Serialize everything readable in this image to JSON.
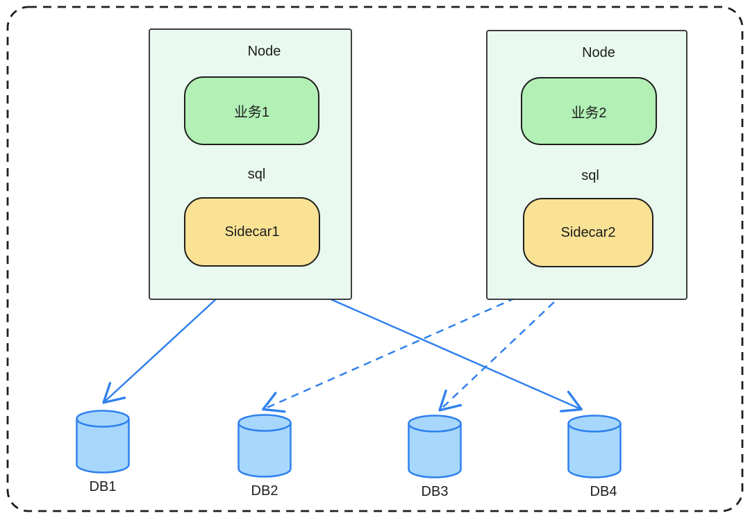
{
  "diagram": {
    "nodes": [
      {
        "title": "Node",
        "service_label": "业务1",
        "sql_label": "sql",
        "sidecar_label": "Sidecar1"
      },
      {
        "title": "Node",
        "service_label": "业务2",
        "sql_label": "sql",
        "sidecar_label": "Sidecar2"
      }
    ],
    "databases": [
      {
        "label": "DB1"
      },
      {
        "label": "DB2"
      },
      {
        "label": "DB3"
      },
      {
        "label": "DB4"
      }
    ],
    "connections": [
      {
        "from": "Sidecar1",
        "to": "DB1",
        "style": "solid"
      },
      {
        "from": "Sidecar1",
        "to": "DB4",
        "style": "solid"
      },
      {
        "from": "Sidecar2",
        "to": "DB2",
        "style": "dashed"
      },
      {
        "from": "Sidecar2",
        "to": "DB3",
        "style": "dashed"
      }
    ],
    "colors": {
      "node_fill": "#e9f9ef",
      "node_stroke": "#3d3d3d",
      "service_fill": "#b2f0b6",
      "sidecar_fill": "#f9e294",
      "box_stroke": "#1e1e1e",
      "db_fill": "#a7d7fc",
      "db_stroke": "#2f80ed",
      "arrow": "#2f80ed",
      "border": "#1e1e1e",
      "text": "#1c1c1c"
    }
  }
}
